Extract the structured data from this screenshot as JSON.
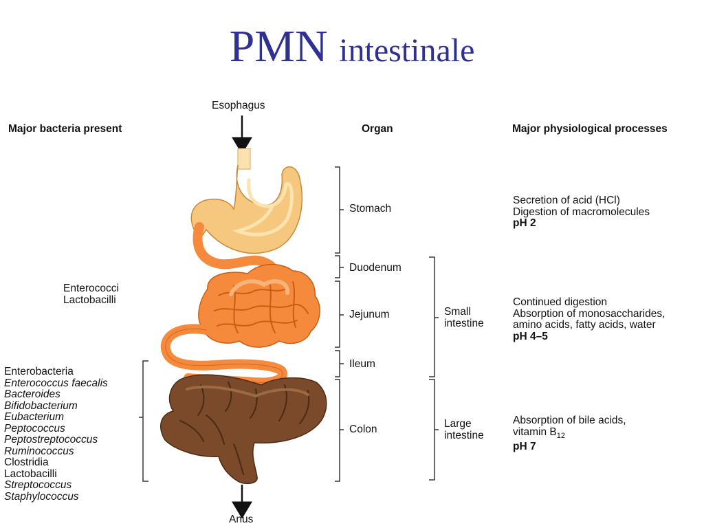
{
  "title": {
    "main": "PMN",
    "secondary": "intestinale"
  },
  "headers": {
    "bacteria": "Major bacteria present",
    "organ": "Organ",
    "processes": "Major physiological processes"
  },
  "flow": {
    "entry": "Esophagus",
    "exit": "Anus"
  },
  "organs": {
    "stomach": "Stomach",
    "duodenum": "Duodenum",
    "jejunum": "Jejunum",
    "ileum": "Ileum",
    "colon": "Colon"
  },
  "groups": {
    "small_intestine": [
      "Small",
      "intestine"
    ],
    "large_intestine": [
      "Large",
      "intestine"
    ]
  },
  "bacteria": {
    "small_intestine": [
      {
        "name": "Enterococci",
        "italic": false
      },
      {
        "name": "Lactobacilli",
        "italic": false
      }
    ],
    "colon": [
      {
        "name": "Enterobacteria",
        "italic": false
      },
      {
        "name": "Enterococcus faecalis",
        "italic": true
      },
      {
        "name": "Bacteroides",
        "italic": true
      },
      {
        "name": "Bifidobacterium",
        "italic": true
      },
      {
        "name": "Eubacterium",
        "italic": true
      },
      {
        "name": "Peptococcus",
        "italic": true
      },
      {
        "name": "Peptostreptococcus",
        "italic": true
      },
      {
        "name": "Ruminococcus",
        "italic": true
      },
      {
        "name": "Clostridia",
        "italic": false
      },
      {
        "name": "Lactobacilli",
        "italic": false
      },
      {
        "name": "Streptococcus",
        "italic": true
      },
      {
        "name": "Staphylococcus",
        "italic": true
      }
    ]
  },
  "processes": {
    "stomach": {
      "lines": [
        "Secretion of acid (HCl)",
        "Digestion of macromolecules"
      ],
      "ph": "pH 2"
    },
    "small_intestine": {
      "lines": [
        "Continued digestion",
        "Absorption of monosaccharides,",
        "amino acids, fatty acids, water"
      ],
      "ph": "pH 4–5"
    },
    "large_intestine": {
      "lines": [
        "Absorption of bile acids,"
      ],
      "vitamin_prefix": "vitamin B",
      "vitamin_sub": "12",
      "ph": "pH 7"
    }
  },
  "colors": {
    "title": "#2e3192",
    "stomach_fill": "#f6c77e",
    "stomach_inner": "#fbe3b0",
    "small_intestine_fill": "#f58a3c",
    "small_intestine_edge": "#c85d16",
    "colon_fill": "#7a4a2a",
    "colon_edge": "#4a2a14"
  }
}
